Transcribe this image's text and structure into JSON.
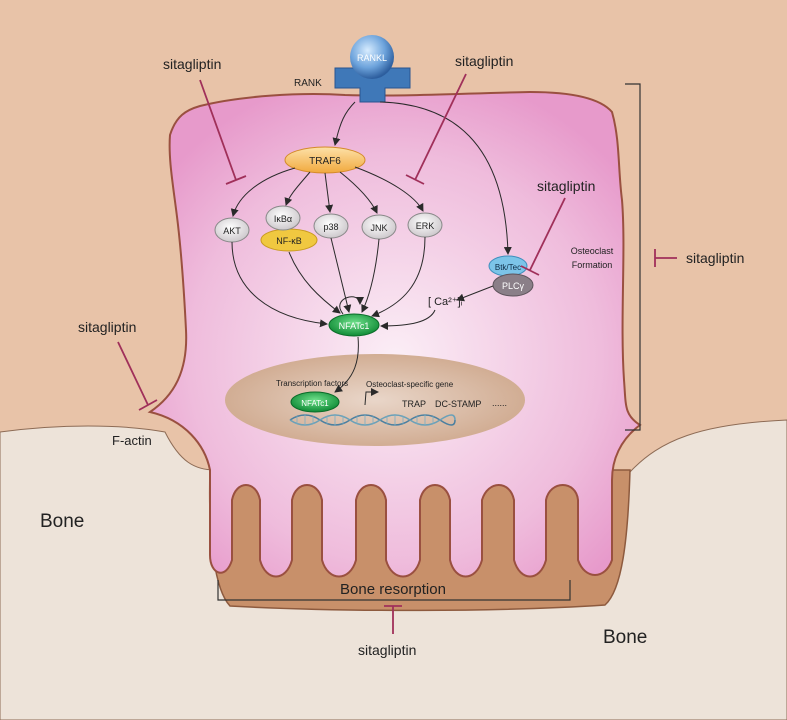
{
  "ligand": {
    "rankl": "RANKL",
    "rank": "RANK"
  },
  "signaling": {
    "traf6": "TRAF6",
    "akt": "AKT",
    "ikba": "IκBα",
    "nfkb": "NF-κB",
    "p38": "p38",
    "jnk": "JNK",
    "erk": "ERK",
    "btk": "Btk/Tec",
    "plc": "PLCγ",
    "calcium": "[ Ca²⁺]ᵢ",
    "nfatc1": "NFATc1"
  },
  "nucleus": {
    "tf_label": "Transcription factors",
    "gene_label": "Osteoclast-specific gene",
    "nfatc1": "NFATc1",
    "trap": "TRAP",
    "dcstamp": "DC-STAMP",
    "ellipsis": "......"
  },
  "inhibitor": {
    "top_left": "sitagliptin",
    "top_right": "sitagliptin",
    "mid_right": "sitagliptin",
    "far_right": "sitagliptin",
    "left": "sitagliptin",
    "bottom": "sitagliptin"
  },
  "labels": {
    "osteoclast_line1": "Osteoclast",
    "osteoclast_line2": "Formation",
    "factin": "F-actin",
    "bone_left": "Bone",
    "bone_right": "Bone",
    "resorption": "Bone resorption"
  },
  "colors": {
    "background": "#e8c3a8",
    "bone": "#ede3d9",
    "cell_fill": "#eeb8d8",
    "cell_stroke": "#9a5040",
    "inhibitor": "#a0305a",
    "nfatc1": "#1db44a",
    "traf6": "#f5b74d",
    "nfkb": "#f0c840",
    "btk": "#7cc4e8",
    "plc": "#8a7f88",
    "rankl": "#4a7fc0",
    "resorption_zone": "#c8906a"
  }
}
